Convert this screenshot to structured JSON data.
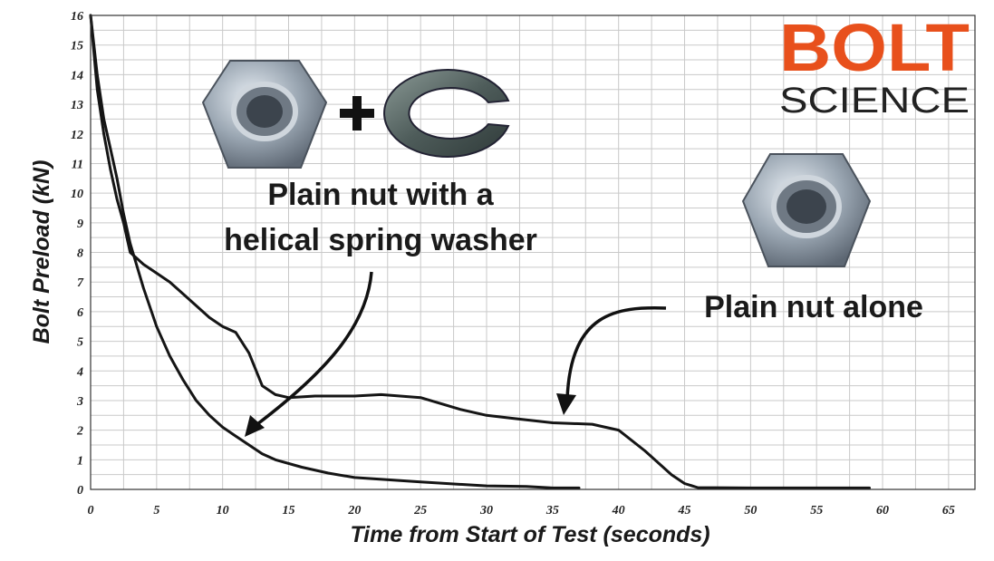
{
  "chart_data": {
    "type": "line",
    "title": "",
    "xlabel": "Time from Start of Test (seconds)",
    "ylabel": "Bolt Preload (kN)",
    "xlim": [
      0,
      67
    ],
    "ylim": [
      0,
      16
    ],
    "xticks": [
      0,
      5,
      10,
      15,
      20,
      25,
      30,
      35,
      40,
      45,
      50,
      55,
      60,
      65
    ],
    "yticks": [
      0,
      1,
      2,
      3,
      4,
      5,
      6,
      7,
      8,
      9,
      10,
      11,
      12,
      13,
      14,
      15,
      16
    ],
    "grid": true,
    "series": [
      {
        "x": [
          0,
          0.5,
          1,
          1.5,
          2,
          2.5,
          3,
          4,
          5,
          6,
          7,
          8,
          9,
          10,
          11,
          12,
          13,
          14,
          15,
          17,
          20,
          22,
          25,
          28,
          30,
          32,
          35,
          38,
          40,
          42,
          44,
          45,
          46,
          50,
          55,
          59
        ],
        "y": [
          16,
          13.5,
          12,
          10.8,
          9.8,
          9.0,
          8.0,
          7.6,
          7.3,
          7.0,
          6.6,
          6.2,
          5.8,
          5.5,
          5.3,
          4.6,
          3.5,
          3.2,
          3.1,
          3.15,
          3.15,
          3.2,
          3.1,
          2.7,
          2.5,
          2.4,
          2.25,
          2.2,
          2.0,
          1.3,
          0.5,
          0.2,
          0.06,
          0.05,
          0.05,
          0.05
        ],
        "annotation": "Plain nut alone"
      },
      {
        "x": [
          0,
          0.5,
          1,
          1.5,
          2,
          2.5,
          3,
          4,
          5,
          6,
          7,
          8,
          9,
          10,
          11,
          12,
          13,
          14,
          16,
          18,
          20,
          25,
          30,
          33,
          35,
          37
        ],
        "y": [
          16,
          14,
          12.5,
          11.5,
          10.5,
          9.3,
          8.3,
          6.8,
          5.5,
          4.5,
          3.7,
          3.0,
          2.5,
          2.1,
          1.8,
          1.5,
          1.2,
          1.0,
          0.75,
          0.55,
          0.4,
          0.25,
          0.12,
          0.1,
          0.05,
          0.05
        ],
        "annotation": "Plain nut with a helical spring washer"
      }
    ],
    "annotations": {
      "spring_line1": "Plain nut with a",
      "spring_line2": "helical spring washer",
      "plain": "Plain nut alone"
    }
  },
  "logo": {
    "main": "BOLT",
    "sub": "SCIENCE"
  },
  "colors": {
    "line": "#151515",
    "grid": "#c9c9c9",
    "logo_orange": "#e8501c",
    "nut_metal": "#9aa6b2"
  },
  "icons": [
    "hex-nut-icon",
    "plus-icon",
    "spring-washer-icon"
  ]
}
